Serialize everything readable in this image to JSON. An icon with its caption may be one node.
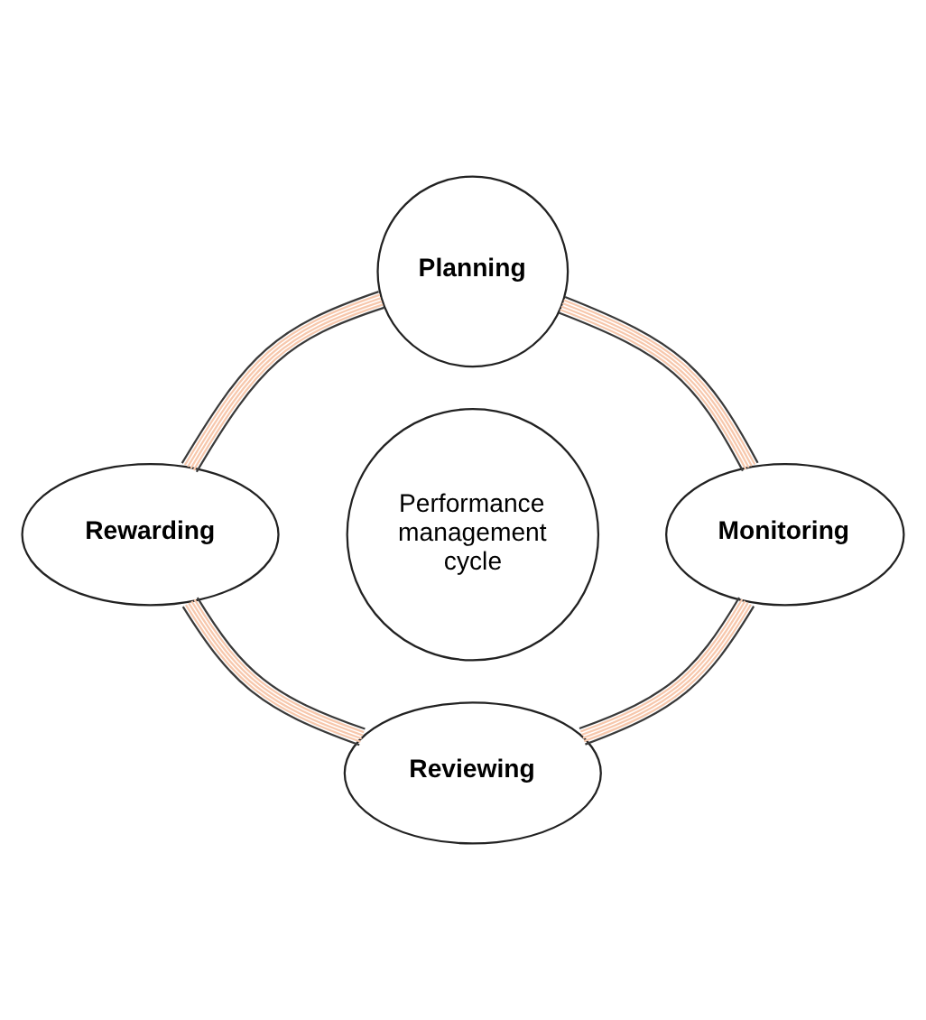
{
  "diagram": {
    "nodes": [
      {
        "text": [
          "Planning"
        ]
      },
      {
        "text": [
          "Performance management cycle"
        ]
      },
      {
        "text": [
          "Rewarding"
        ]
      },
      {
        "text": [
          "Monitoring"
        ]
      },
      {
        "text": [
          "Reviewing"
        ]
      }
    ],
    "edges": [
      {
        "from": 0,
        "to": 3,
        "arrow": "none"
      },
      {
        "from": 3,
        "to": 4,
        "arrow": "none"
      },
      {
        "from": 4,
        "to": 2,
        "arrow": "none"
      },
      {
        "from": 2,
        "to": 0,
        "arrow": "none"
      }
    ]
  }
}
